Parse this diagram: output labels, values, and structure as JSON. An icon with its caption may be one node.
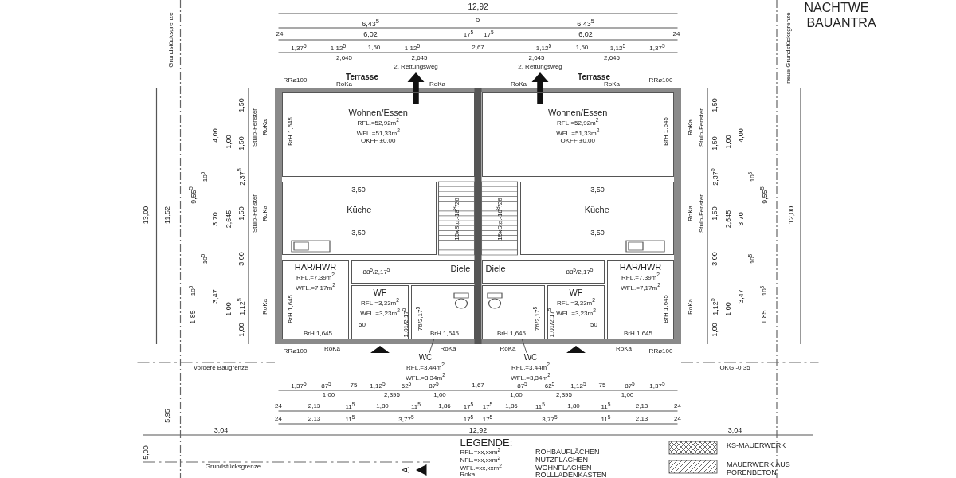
{
  "diagram": {
    "nodes": [
      {
        "text": [
          "Wohnen/Essen",
          "RFL.=52,92m$^{2}$",
          "WFL.=51,33m$^{2}$",
          "OKFF ±0,00"
        ]
      },
      {
        "text": [
          "Wohnen/Essen",
          "RFL.=52,92m$^{2}$",
          "WFL.=51,33m$^{2}$",
          "OKFF ±0,00"
        ]
      },
      {
        "text": [
          "Küche"
        ]
      },
      {
        "text": [
          "Küche"
        ]
      },
      {
        "text": [
          "Diele"
        ]
      },
      {
        "text": [
          "Diele"
        ]
      },
      {
        "text": [
          "WF",
          "RFL.=3,33m$^{2}$",
          "WFL.=3,23m$^{2}$"
        ]
      },
      {
        "text": [
          "WF",
          "RFL.=3,33m$^{2}$",
          "WFL.=3,23m$^{2}$"
        ]
      },
      {
        "text": [
          "HAR/HWR",
          "RFL.=7,39m$^{2}$",
          "WFL.=7,17m$^{2}$"
        ]
      },
      {
        "text": [
          "HAR/HWR",
          "RFL.=7,39m$^{2}$",
          "WFL.=7,17m$^{2}$"
        ]
      },
      {
        "text": [],
        "shape": "box"
      },
      {
        "text": [],
        "shape": "box"
      },
      {
        "text": [
          "WC",
          "RFL.=3,44m$^{2}$",
          "WFL.=3,34m$^{2}$"
        ]
      },
      {
        "text": [
          "WC",
          "RFL.=3,44m$^{2}$",
          "WFL.=3,34m$^{2}$"
        ]
      }
    ],
    "edges": [
      {
        "from": 12,
        "to": 10,
        "arrow": "none"
      },
      {
        "from": 13,
        "to": 11,
        "arrow": "none"
      }
    ],
    "labels": [
      "NACHTWE",
      "BAUANTRA",
      "Grundstücksgrenze",
      "12,92",
      "6,43$^{5}$",
      "5",
      "6,43$^{5}$",
      "24",
      "6,02",
      "17$^{5}$",
      "17$^{5}$",
      "6,02",
      "24",
      "1,37$^{5}$",
      "1,12$^{5}$",
      "1,50",
      "1,12$^{5}$",
      "2,67",
      "1,12$^{5}$",
      "1,50",
      "1,12$^{5}$",
      "1,37$^{5}$",
      "2,645",
      "2,645",
      "2,645",
      "2,645",
      "neue Grundstücksgrenze",
      "2. Rettungsweg",
      "2. Rettungsweg",
      "Terrasse",
      "Terrasse",
      "RRø100",
      "RoKa",
      "RoKa",
      "RoKa",
      "RoKa",
      "RRø100",
      "13,00",
      "11,52",
      "9,55$^{5}$",
      "1,85",
      "10$^{5}$",
      "4,00",
      "3,70",
      "3,47",
      "10$^{5}$",
      "10$^{5}$",
      "1,00",
      "2,645",
      "1,00",
      "1,50",
      "1,50",
      "2,37$^{5}$",
      "1,50",
      "3,00",
      "1,12$^{5}$",
      "1,00",
      "Stulp-Fenster",
      "RoKa",
      "BrH 1,645",
      "Stulp-Fenster",
      "RoKa",
      "RoKa",
      "BrH 1,645",
      "BrH 1,645",
      "RoKa",
      "Stulp-Fenster",
      "RoKa",
      "Stulp-Fenster",
      "BrH 1,645",
      "RoKa",
      "1,50",
      "1,50",
      "2,37$^{5}$",
      "1,50",
      "3,00",
      "1,12$^{5}$",
      "1,00",
      "1,00",
      "2,645",
      "1,00",
      "4,00",
      "3,70",
      "3,47",
      "10$^{5}$",
      "10$^{5}$",
      "9,55$^{5}$",
      "10$^{5}$",
      "1,85",
      "12,00",
      "3,50",
      "3,50",
      "15xStg.-18$^{8}$/26",
      "15xStg.-18$^{8}$/26",
      "3,50",
      "3,50",
      "88$^{5}$/2,17$^{5}$",
      "88$^{5}$/2,17$^{5}$",
      "50",
      "1,01/2,17$^{5}$",
      "76/2,17$^{5}$",
      "76/2,17$^{5}$",
      "1,01/2,17$^{5}$",
      "50",
      "BrH 1,645",
      "BrH 1,645",
      "BrH 1,645",
      "BrH 1,645",
      "RRø100",
      "RoKa",
      "RoKa",
      "RoKa",
      "RoKa",
      "RRø100",
      "vordere Baugrenze",
      "OKG -0,35",
      "1,37$^{5}$",
      "87$^{5}$",
      "75",
      "1,12$^{5}$",
      "62$^{5}$",
      "87$^{5}$",
      "1,67",
      "87$^{5}$",
      "62$^{5}$",
      "1,12$^{5}$",
      "75",
      "87$^{5}$",
      "1,37$^{5}$",
      "1,00",
      "2,395",
      "1,00",
      "1,00",
      "2,395",
      "1,00",
      "24",
      "2,13",
      "11$^{5}$",
      "1,80",
      "11$^{5}$",
      "1,86",
      "17$^{5}$",
      "17$^{5}$",
      "1,86",
      "11$^{5}$",
      "1,80",
      "11$^{5}$",
      "2,13",
      "24",
      "24",
      "2,13",
      "11$^{5}$",
      "3,77$^{5}$",
      "17$^{5}$",
      "17$^{5}$",
      "3,77$^{5}$",
      "11$^{5}$",
      "2,13",
      "24",
      "3,04",
      "12,92",
      "3,04",
      "5,95",
      "5,00",
      "Grundstücksgrenze",
      "A",
      "LEGENDE:",
      "RFL.=xx,xxm$^{2}$",
      "ROHBAUFLÄCHEN",
      "NFL.=xx,xxm$^{2}$",
      "NUTZFLÄCHEN",
      "WFL.=xx,xxm$^{2}$",
      "WOHNFLÄCHEN",
      "Roka",
      "ROLLLADENKASTEN"
    ],
    "legend": [
      {
        "text": "KS-MAUERWERK"
      },
      {
        "text": "MAUERWERK AUS PORENBETON"
      }
    ]
  }
}
